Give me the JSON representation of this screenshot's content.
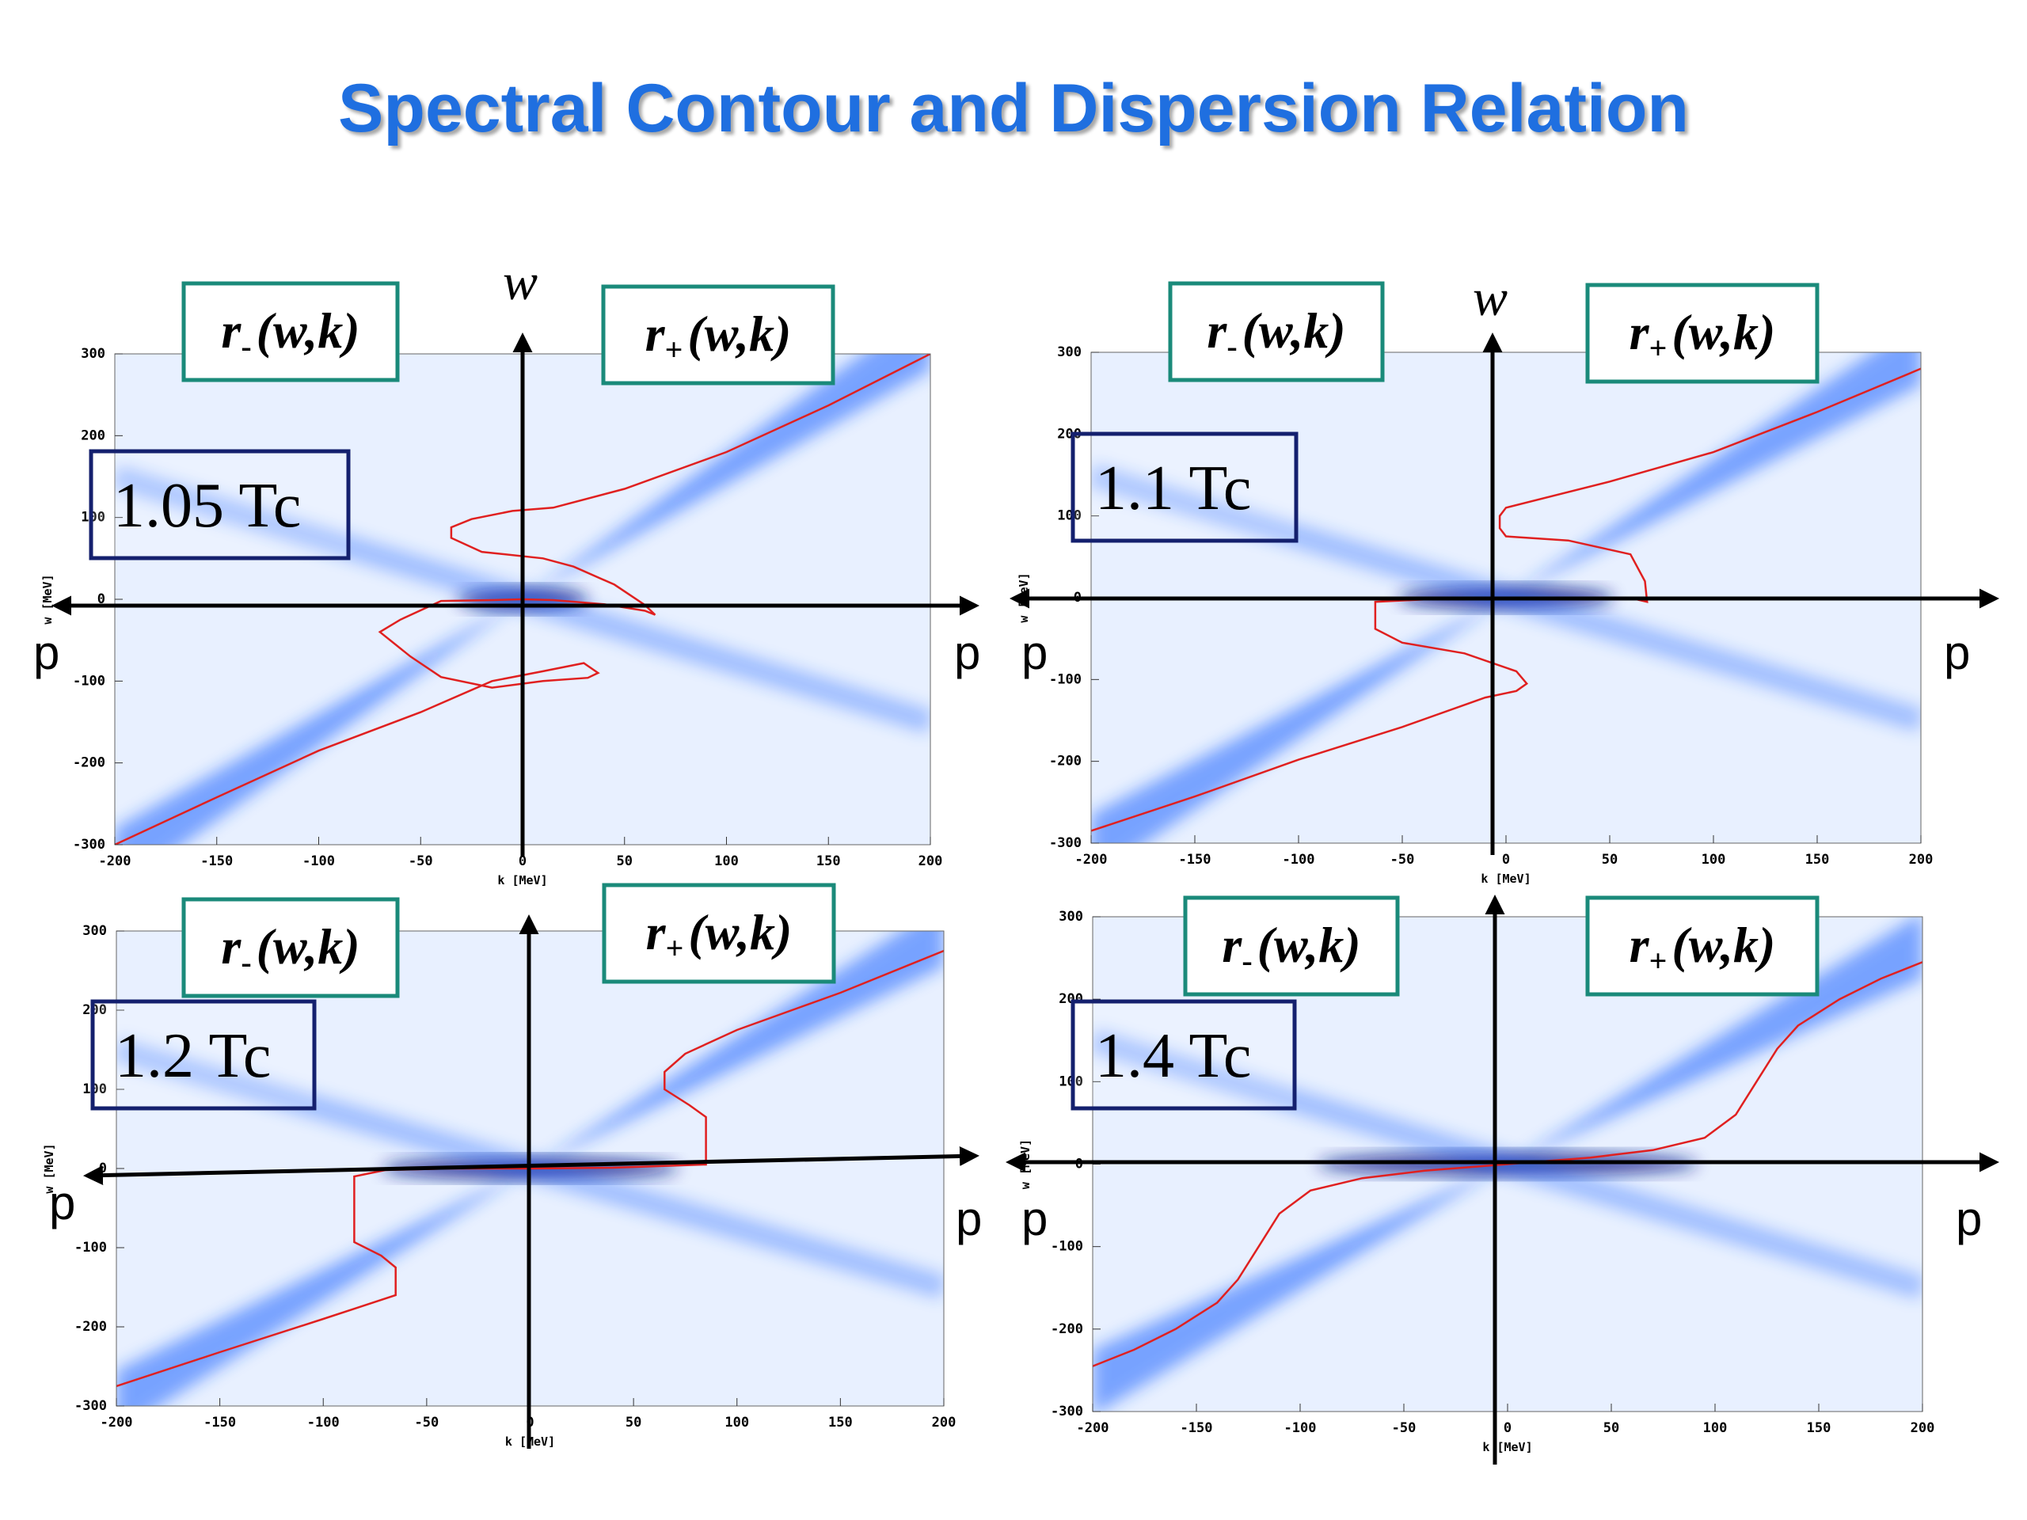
{
  "title": "Spectral Contour and Dispersion Relation",
  "labels": {
    "p": "p",
    "w": "w",
    "rho_minus": {
      "r": "r",
      "sub": "-",
      "args": "(w,k)"
    },
    "rho_plus": {
      "r": "r",
      "sub": "+",
      "args": "(w,k)"
    }
  },
  "colors": {
    "title": "#1f6fe0",
    "curve": "#e02020",
    "density_high": "#0a1a8c",
    "density_mid": "#1e64ff",
    "density_low": "#e8f0ff",
    "temp_box": "#14206e",
    "spec_box": "#1a8a7a"
  },
  "chart_data": [
    {
      "type": "heatmap",
      "temperature": "1.05 Tc",
      "xlabel": "k [MeV]",
      "ylabel": "w [MeV]",
      "xlim": [
        -200,
        200
      ],
      "ylim": [
        -300,
        300
      ],
      "xticks": [
        "-200",
        "-150",
        "-100",
        "-50",
        "0",
        "50",
        "100",
        "150",
        "200"
      ],
      "yticks": [
        "300",
        "200",
        "100",
        "0",
        "-100",
        "-200",
        "-300"
      ],
      "dispersion": [
        [
          -200,
          -300
        ],
        [
          -150,
          -242
        ],
        [
          -100,
          -185
        ],
        [
          -50,
          -138
        ],
        [
          -15,
          -100
        ],
        [
          10,
          -88
        ],
        [
          30,
          -78
        ],
        [
          37,
          -90
        ],
        [
          32,
          -96
        ],
        [
          10,
          -100
        ],
        [
          -15,
          -108
        ],
        [
          -40,
          -95
        ],
        [
          -55,
          -70
        ],
        [
          -70,
          -40
        ],
        [
          -60,
          -25
        ],
        [
          -40,
          -2
        ],
        [
          -15,
          -1
        ],
        [
          0,
          0
        ],
        [
          15,
          -1
        ],
        [
          40,
          -6
        ],
        [
          60,
          -14
        ],
        [
          65,
          -19
        ],
        [
          60,
          -7
        ],
        [
          45,
          18
        ],
        [
          25,
          40
        ],
        [
          10,
          50
        ],
        [
          -20,
          58
        ],
        [
          -35,
          75
        ],
        [
          -35,
          88
        ],
        [
          -25,
          98
        ],
        [
          -5,
          108
        ],
        [
          15,
          112
        ],
        [
          50,
          135
        ],
        [
          100,
          180
        ],
        [
          150,
          237
        ],
        [
          200,
          300
        ]
      ]
    },
    {
      "type": "heatmap",
      "temperature": "1.1 Tc",
      "xlabel": "k [MeV]",
      "ylabel": "w [MeV]",
      "xlim": [
        -200,
        200
      ],
      "ylim": [
        -300,
        300
      ],
      "xticks": [
        "-200",
        "-150",
        "-100",
        "-50",
        "0",
        "50",
        "100",
        "150",
        "200"
      ],
      "yticks": [
        "300",
        "200",
        "100",
        "0",
        "-100",
        "-200",
        "-300"
      ],
      "dispersion": [
        [
          -200,
          -285
        ],
        [
          -150,
          -243
        ],
        [
          -100,
          -198
        ],
        [
          -50,
          -158
        ],
        [
          -10,
          -122
        ],
        [
          5,
          -114
        ],
        [
          10,
          -105
        ],
        [
          5,
          -90
        ],
        [
          -20,
          -68
        ],
        [
          -50,
          -55
        ],
        [
          -63,
          -38
        ],
        [
          -63,
          -5
        ],
        [
          -30,
          -1
        ],
        [
          0,
          0
        ],
        [
          30,
          -1
        ],
        [
          63,
          -2
        ],
        [
          68,
          -5
        ],
        [
          67,
          20
        ],
        [
          60,
          53
        ],
        [
          30,
          70
        ],
        [
          0,
          75
        ],
        [
          -3,
          85
        ],
        [
          -3,
          100
        ],
        [
          0,
          110
        ],
        [
          50,
          142
        ],
        [
          100,
          178
        ],
        [
          150,
          227
        ],
        [
          200,
          280
        ]
      ]
    },
    {
      "type": "heatmap",
      "temperature": "1.2 Tc",
      "xlabel": "k [MeV]",
      "ylabel": "w [MeV]",
      "xlim": [
        -200,
        200
      ],
      "ylim": [
        -300,
        300
      ],
      "xticks": [
        "-200",
        "-150",
        "-100",
        "-50",
        "0",
        "50",
        "100",
        "150",
        "200"
      ],
      "yticks": [
        "300",
        "200",
        "100",
        "0",
        "-100",
        "-200",
        "-300"
      ],
      "dispersion": [
        [
          -200,
          -275
        ],
        [
          -150,
          -232
        ],
        [
          -100,
          -190
        ],
        [
          -65,
          -160
        ],
        [
          -65,
          -125
        ],
        [
          -72,
          -110
        ],
        [
          -85,
          -93
        ],
        [
          -85,
          -10
        ],
        [
          -70,
          -2
        ],
        [
          -40,
          0
        ],
        [
          0,
          0
        ],
        [
          40,
          1
        ],
        [
          85,
          5
        ],
        [
          85,
          65
        ],
        [
          77,
          80
        ],
        [
          65,
          100
        ],
        [
          65,
          122
        ],
        [
          75,
          145
        ],
        [
          100,
          175
        ],
        [
          150,
          222
        ],
        [
          200,
          275
        ]
      ]
    },
    {
      "type": "heatmap",
      "temperature": "1.4 Tc",
      "xlabel": "k [MeV]",
      "ylabel": "w [MeV]",
      "xlim": [
        -200,
        200
      ],
      "ylim": [
        -300,
        300
      ],
      "xticks": [
        "-200",
        "-150",
        "-100",
        "-50",
        "0",
        "50",
        "100",
        "150",
        "200"
      ],
      "yticks": [
        "300",
        "200",
        "100",
        "0",
        "-100",
        "-200",
        "-300"
      ],
      "dispersion": [
        [
          -200,
          -245
        ],
        [
          -180,
          -225
        ],
        [
          -160,
          -200
        ],
        [
          -140,
          -168
        ],
        [
          -130,
          -140
        ],
        [
          -120,
          -100
        ],
        [
          -110,
          -60
        ],
        [
          -95,
          -32
        ],
        [
          -70,
          -17
        ],
        [
          -40,
          -8
        ],
        [
          0,
          0
        ],
        [
          40,
          8
        ],
        [
          70,
          17
        ],
        [
          95,
          32
        ],
        [
          110,
          60
        ],
        [
          120,
          100
        ],
        [
          130,
          140
        ],
        [
          140,
          168
        ],
        [
          160,
          200
        ],
        [
          180,
          225
        ],
        [
          200,
          245
        ]
      ]
    }
  ]
}
